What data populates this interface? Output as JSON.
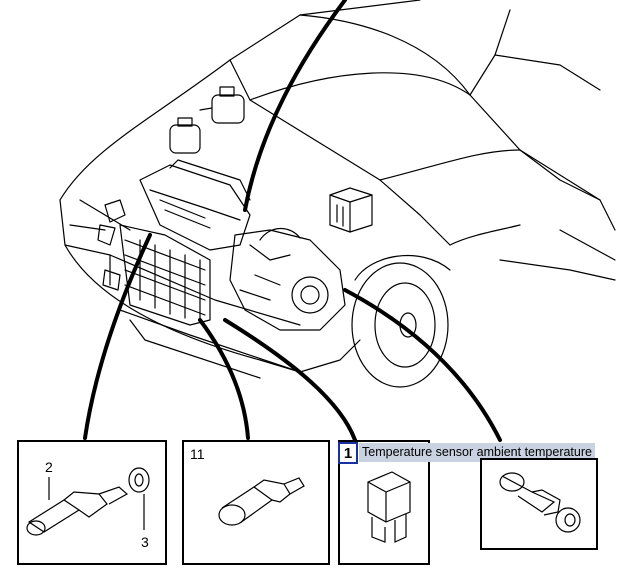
{
  "colors": {
    "line": "#000000",
    "callout_border": "#1a2fa0",
    "tooltip_bg": "#c9d2e0"
  },
  "panels": [
    {
      "id": "left",
      "labels": [
        "2",
        "3"
      ]
    },
    {
      "id": "middle",
      "labels": [
        "11"
      ]
    },
    {
      "id": "temp-sensor",
      "labels": [
        "1"
      ]
    },
    {
      "id": "right",
      "labels": []
    }
  ],
  "labels": {
    "left_part_2": "2",
    "left_part_3": "3",
    "middle_part_11": "11",
    "callout_1": "1"
  },
  "tooltip": {
    "text": "Temperature sensor ambient temperature"
  }
}
